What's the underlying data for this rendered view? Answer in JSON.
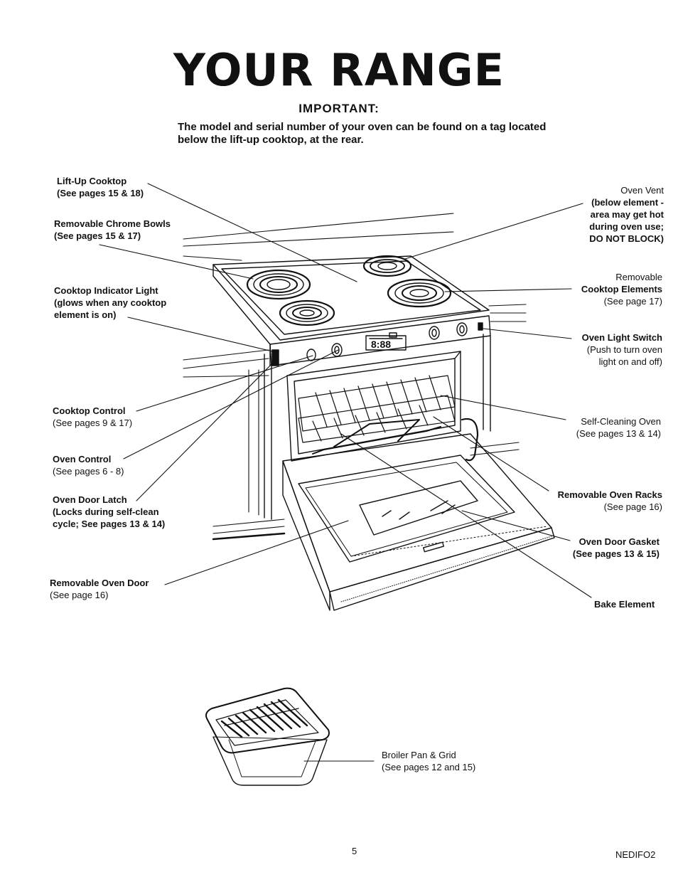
{
  "title": "YOUR RANGE",
  "important": {
    "heading": "IMPORTANT:",
    "text_lines": [
      "The model and serial number of your oven can be found on a tag located",
      "below the lift-up cooktop, at the rear."
    ]
  },
  "labels_left": {
    "liftup": [
      "Lift-Up Cooktop",
      "(See pages 15 & 18)"
    ],
    "bowls": [
      "Removable Chrome Bowls",
      "(See pages 15 & 17)"
    ],
    "indicator": [
      "Cooktop Indicator Light",
      "(glows when any cooktop",
      "element is on)"
    ],
    "cooktop_control": [
      "Cooktop Control",
      "(See pages 9 & 17)"
    ],
    "oven_control": [
      "Oven Control",
      "(See pages 6 - 8)"
    ],
    "latch": [
      "Oven Door Latch",
      "(Locks during self-clean",
      "cycle; See pages 13 & 14)"
    ],
    "door": [
      "Removable Oven Door",
      "(See page 16)"
    ]
  },
  "labels_right": {
    "vent": [
      "Oven Vent",
      "(below element -",
      "area may get hot",
      "during oven use;",
      "DO NOT BLOCK)"
    ],
    "elements": [
      "Removable",
      "Cooktop Elements",
      "(See page 17)"
    ],
    "light_switch": [
      "Oven Light Switch",
      "(Push to turn oven",
      "light on and off)"
    ],
    "self_clean": [
      "Self-Cleaning Oven",
      "(See pages 13 & 14)"
    ],
    "racks": [
      "Removable Oven Racks",
      "(See page 16)"
    ],
    "gasket": [
      "Oven Door Gasket",
      "(See pages 13 & 15)"
    ],
    "bake": [
      "Bake Element"
    ]
  },
  "broiler": [
    "Broiler Pan & Grid",
    "(See pages 12 and 15)"
  ],
  "control_display": "8:88",
  "footer": {
    "page_number": "5",
    "code": "NEDIFO2"
  }
}
